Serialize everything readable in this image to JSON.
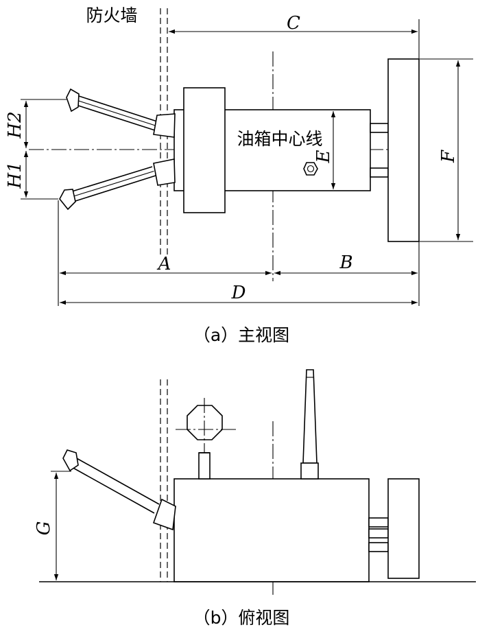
{
  "labels": {
    "firewall": "防火墙",
    "tank_centerline": "油箱中心线",
    "dim_a": "A",
    "dim_b": "B",
    "dim_c": "C",
    "dim_d": "D",
    "dim_e": "E",
    "dim_f": "F",
    "dim_g": "G",
    "dim_h1": "H1",
    "dim_h2": "H2"
  },
  "captions": {
    "front_view": "（a）主视图",
    "top_view": "（b）俯视图"
  }
}
